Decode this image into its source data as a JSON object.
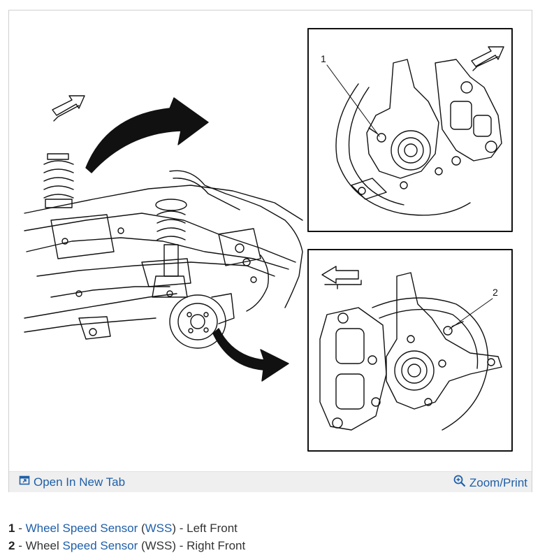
{
  "figure": {
    "callouts": [
      "1",
      "2"
    ]
  },
  "toolbar": {
    "open_tab_label": "Open In New Tab",
    "zoom_label": "Zoom/Print",
    "link_color": "#1f5fa8"
  },
  "legend": [
    {
      "num": "1",
      "sep1": " - ",
      "part1": "Wheel Speed Sensor",
      "mid1": " (",
      "abbr": "WSS",
      "mid2": ") - Left Front",
      "links": [
        "Wheel Speed Sensor",
        "WSS"
      ]
    },
    {
      "num": "2",
      "sep1": " - Wheel ",
      "part1": "Speed Sensor",
      "mid1": " (WSS) - Right Front",
      "links": [
        "Speed Sensor"
      ]
    }
  ]
}
